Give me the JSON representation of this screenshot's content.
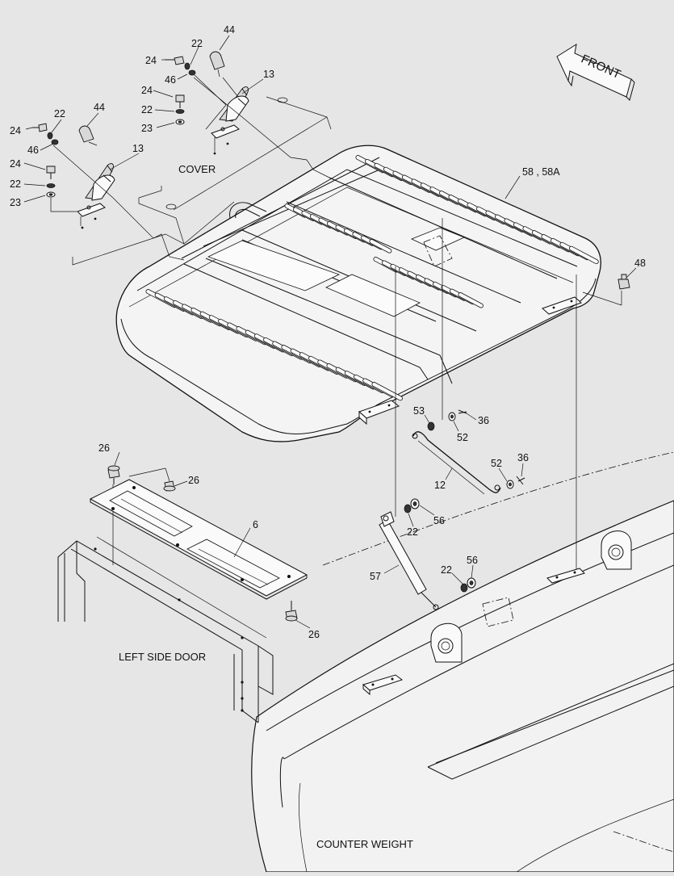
{
  "diagram": {
    "labels": {
      "cover": "COVER",
      "front": "FRONT",
      "left_side_door": "LEFT SIDE DOOR",
      "counter_weight": "COUNTER WEIGHT"
    },
    "callouts": {
      "p44a": "44",
      "p22a": "22",
      "p24a": "24",
      "p46a": "46",
      "p24b": "24",
      "p22b": "22",
      "p23a": "23",
      "p13a": "13",
      "p22c": "22",
      "p44b": "44",
      "p24c": "24",
      "p46b": "46",
      "p13b": "13",
      "p24d": "24",
      "p22d": "22",
      "p23b": "23",
      "p58": "58 , 58A",
      "p48": "48",
      "p53": "53",
      "p36a": "36",
      "p52a": "52",
      "p12": "12",
      "p52b": "52",
      "p36b": "36",
      "p26a": "26",
      "p26b": "26",
      "p6": "6",
      "p26c": "26",
      "p56a": "56",
      "p22e": "22",
      "p57": "57",
      "p22f": "22",
      "p56b": "56"
    },
    "colors": {
      "background": "#e6e6e6",
      "line": "#111111"
    }
  }
}
